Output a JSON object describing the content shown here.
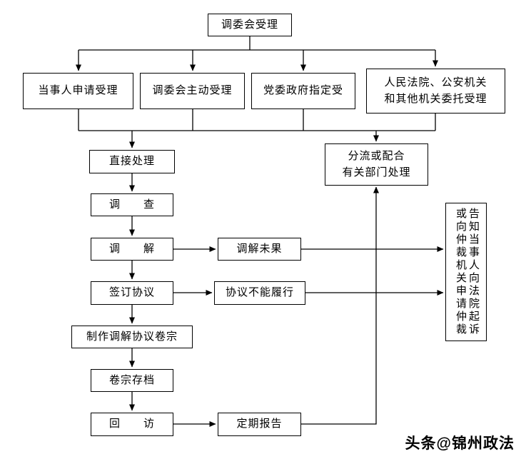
{
  "colors": {
    "background": "#ffffff",
    "line": "#000000",
    "text": "#000000"
  },
  "flowchart": {
    "nodes": {
      "accept": "调委会受理",
      "party_apply": "当事人申请受理",
      "committee_initiative": "调委会主动受理",
      "party_gov_assign": "党委政府指定受",
      "court_delegate_line1": "人民法院、公安机关",
      "court_delegate_line2": "和其他机关委托受理",
      "direct_handle": "直接处理",
      "divert_line1": "分流或配合",
      "divert_line2": "有关部门处理",
      "investigate": "调　　查",
      "mediate": "调　　解",
      "mediate_no_result": "调解未果",
      "sign_agreement": "签订协议",
      "agreement_not_performed": "协议不能履行",
      "make_dossier": "制作调解协议卷宗",
      "dossier_archive": "卷宗存档",
      "return_visit": "回　　访",
      "periodic_report": "定期报告",
      "notice_col1": "告知当事人向法院起诉",
      "notice_col2": "或向仲裁机关申请仲裁"
    }
  },
  "watermark": {
    "brand": "头条",
    "handle": "@锦州政法"
  }
}
